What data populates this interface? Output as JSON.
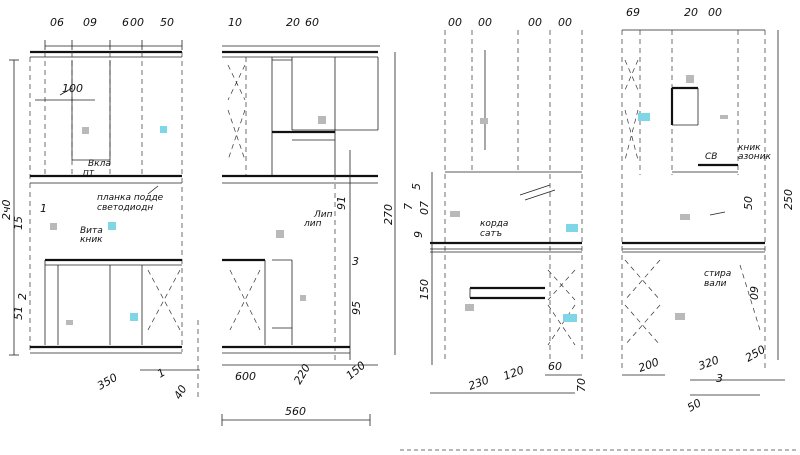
{
  "dimensions": {
    "p1_top_a": "06",
    "p1_top_b": "09",
    "p1_top_c": "6",
    "p1_top_d": "00",
    "p1_top_e": "50",
    "p1_inner": "100",
    "p1_left_total": "2ч0",
    "p1_left_sec": "15",
    "p1_left_low_a": "2",
    "p1_left_low_b": "51",
    "p1_left_mid": "1",
    "p1_bottom_a": "350",
    "p1_bottom_b": "1",
    "p1_bottom_c": "40",
    "p2_top_a": "10",
    "p2_top_b": "20",
    "p2_top_c": "60",
    "p2_right_total": "270",
    "p2_right_mid": "91",
    "p2_right_low": "95",
    "p2_bottom_a": "600",
    "p2_bottom_b": "220",
    "p2_bottom_c": "150",
    "p2_bottom_total": "560",
    "p2_right_x": "3",
    "p3_top_a": "00",
    "p3_top_b": "00",
    "p3_top_c": "00",
    "p3_top_d": "00",
    "p3_left_a": "5",
    "p3_left_b": "07",
    "p3_left_c": "7",
    "p3_left_d": "9",
    "p3_left_e": "150",
    "p3_bottom_a": "230",
    "p3_bottom_b": "120",
    "p3_bottom_c": "60",
    "p3_right_a": "70",
    "p4_top_a": "69",
    "p4_top_b": "20",
    "p4_top_c": "00",
    "p4_right_total": "250",
    "p4_right_a": "50",
    "p4_right_b": "09",
    "p4_bottom_a": "200",
    "p4_bottom_b": "320",
    "p4_bottom_c": "250",
    "p4_bottom_d": "3",
    "p4_bottom_e": "50"
  },
  "notes": {
    "p1_note1": "Вкла",
    "p1_note2": "пт",
    "p1_note3": "планка подде",
    "p1_note4": "светодиодн",
    "p1_note5": "Вита",
    "p1_note6": "кник",
    "p2_note1": "Лип",
    "p2_note2": "лип",
    "p3_note1": "корда",
    "p3_note2": "сатъ",
    "p4_note1": "СВ",
    "p4_note2": "кник",
    "p4_note3": "азоник",
    "p4_note4": "стира",
    "p4_note5": "вали"
  },
  "colors": {
    "line": "#111111",
    "marker_grey": "#b9b9b9",
    "marker_cyan": "#7fd6e6"
  }
}
